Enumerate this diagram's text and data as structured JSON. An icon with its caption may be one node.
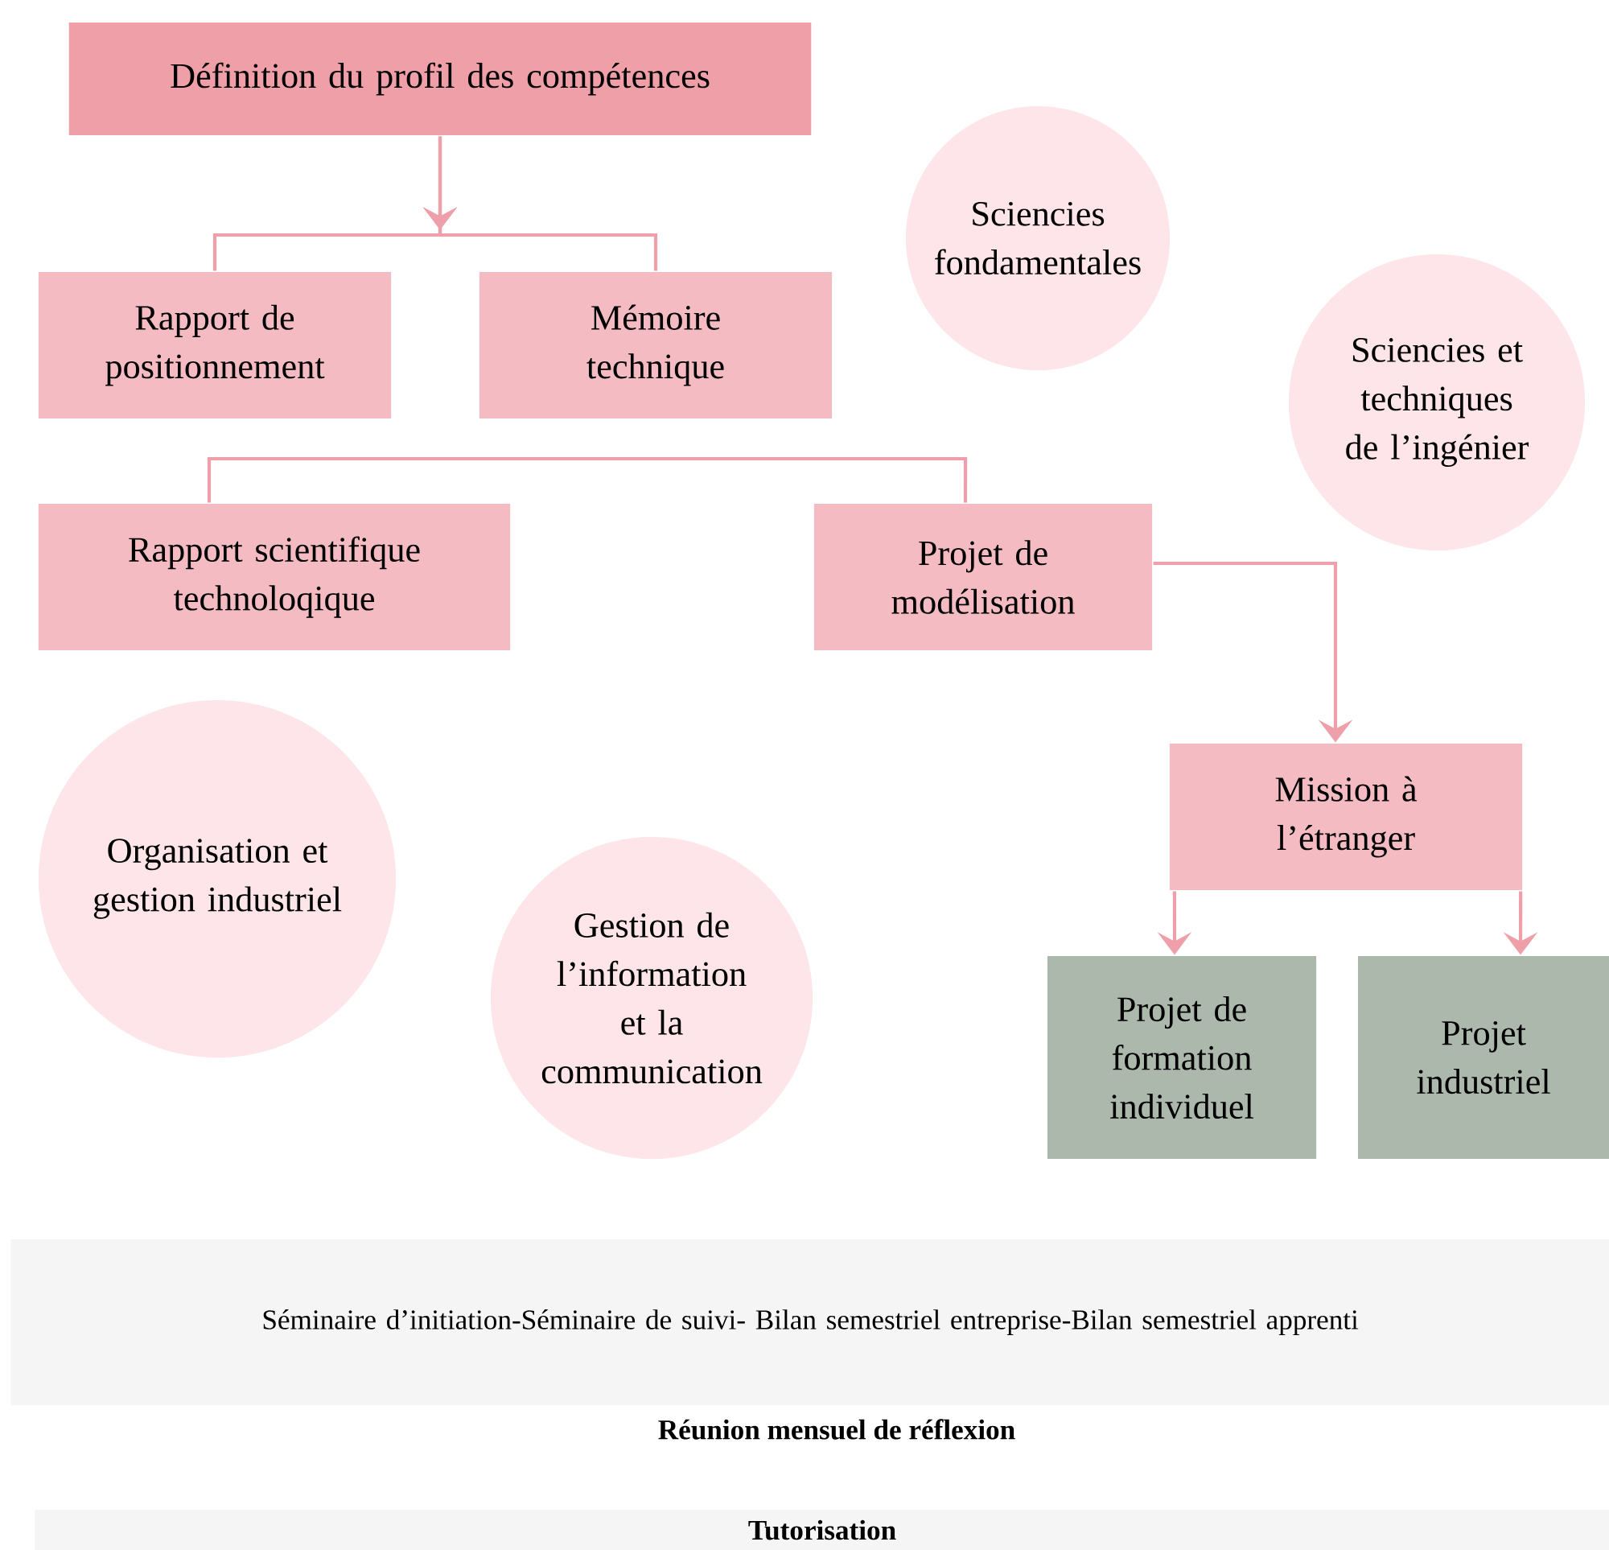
{
  "diagram": {
    "nodes": [
      {
        "text": [
          "Définition du profil des compétences"
        ]
      },
      {
        "text": [
          "Rapport de positionnement"
        ]
      },
      {
        "text": [
          "Mémoire technique"
        ]
      },
      {
        "text": [
          "Sciencies fondamentales"
        ]
      },
      {
        "text": [
          "Sciencies et techniques de l’ingénier"
        ]
      },
      {
        "text": [
          "Rapport scientifique technoloqique"
        ]
      },
      {
        "text": [
          "Projet de modélisation"
        ]
      },
      {
        "text": [
          "Organisation et gestion industriel"
        ]
      },
      {
        "text": [
          "Mission à l’étranger"
        ]
      },
      {
        "text": [
          "Gestion de l’information et la communication"
        ]
      },
      {
        "text": [
          "Projet de formation individuel"
        ]
      },
      {
        "text": [
          "Projet industriel"
        ]
      },
      {
        "text": [
          "Séminaire d’initiation-Séminaire de suivi- Bilan semestriel entreprise-Bilan semestriel apprenti"
        ]
      },
      {
        "text": [
          "Tutorisation"
        ]
      }
    ],
    "edges": [
      {
        "from": 0,
        "to": 1,
        "arrow": "to"
      },
      {
        "from": 0,
        "to": 2,
        "arrow": "to"
      },
      {
        "from": 5,
        "to": 6,
        "arrow": "none"
      },
      {
        "from": 6,
        "to": 8,
        "arrow": "to"
      },
      {
        "from": 8,
        "to": 10,
        "arrow": "to"
      },
      {
        "from": 8,
        "to": 11,
        "arrow": "to"
      }
    ],
    "labels": [
      "Réunion mensuel de réflexion"
    ]
  }
}
